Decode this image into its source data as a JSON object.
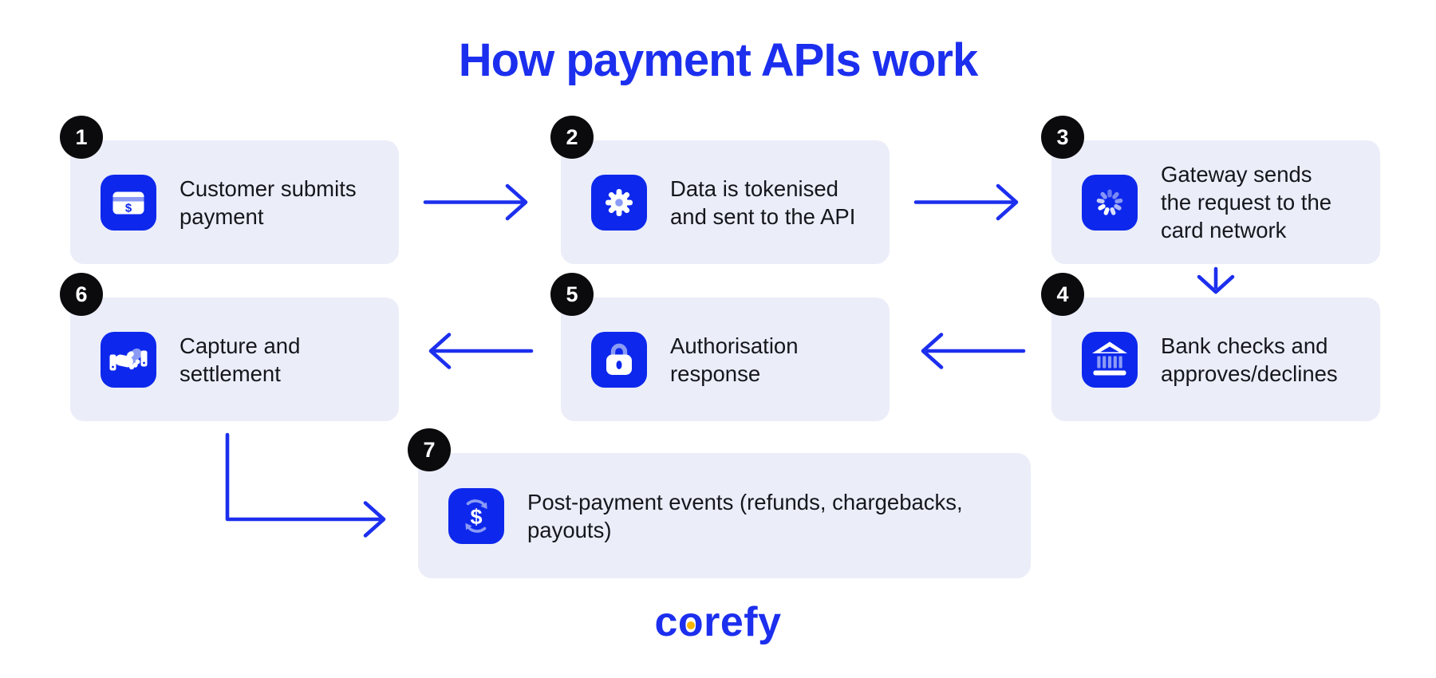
{
  "title": "How payment APIs work",
  "steps": [
    {
      "number": "1",
      "label": "Customer submits\npayment",
      "icon": "credit-card-icon"
    },
    {
      "number": "2",
      "label": "Data is tokenised\nand sent to the API",
      "icon": "gear-icon"
    },
    {
      "number": "3",
      "label": "Gateway sends\nthe request to the\ncard network",
      "icon": "spinner-icon"
    },
    {
      "number": "4",
      "label": "Bank checks and\napproves/declines",
      "icon": "bank-icon"
    },
    {
      "number": "5",
      "label": "Authorisation\nresponse",
      "icon": "lock-icon"
    },
    {
      "number": "6",
      "label": "Capture and\nsettlement",
      "icon": "handshake-icon"
    },
    {
      "number": "7",
      "label": "Post-payment events (refunds, chargebacks,\npayouts)",
      "icon": "dollar-refresh-icon"
    }
  ],
  "logo": {
    "part1": "c",
    "part2": "o",
    "part3": "refy"
  },
  "colors": {
    "accent_blue": "#1C2FEE",
    "icon_blue": "#0D28EC",
    "periwinkle": "#8B9BF5",
    "card_bg": "#EBEDF9",
    "badge_bg": "#0B0B0D",
    "text": "#16171C",
    "logo_dot": "#F7B500"
  }
}
